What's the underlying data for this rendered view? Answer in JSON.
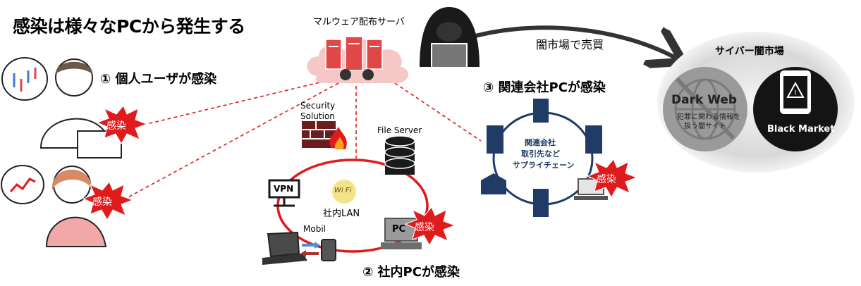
{
  "title": "感染は様々なPCから発生する",
  "server_label": "マルウェア配布サーバ",
  "sections": {
    "personal": "① 個人ユーザが感染",
    "internal": "② 社内PCが感染",
    "affiliate": "③ 関連会社PCが感染"
  },
  "infection_badge": "感染",
  "internal": {
    "security_solution": "Security\nSolution",
    "security_solution_line1": "Security",
    "security_solution_line2": "Solution",
    "file_server": "File Server",
    "vpn": "VPN",
    "wifi": "Wi Fi",
    "lan": "社内LAN",
    "mobile": "Mobil",
    "pc": "PC"
  },
  "affiliate_network": {
    "line1": "関連会社",
    "line2": "取引先など",
    "line3": "サプライチェーン"
  },
  "arrow_label": "闇市場で売買",
  "market": {
    "title": "サイバー闇市場",
    "dark_web": "Dark Web",
    "dark_web_desc1": "犯罪に関わる情報を",
    "dark_web_desc2": "扱う闇サイト",
    "black_market": "Black Market"
  }
}
